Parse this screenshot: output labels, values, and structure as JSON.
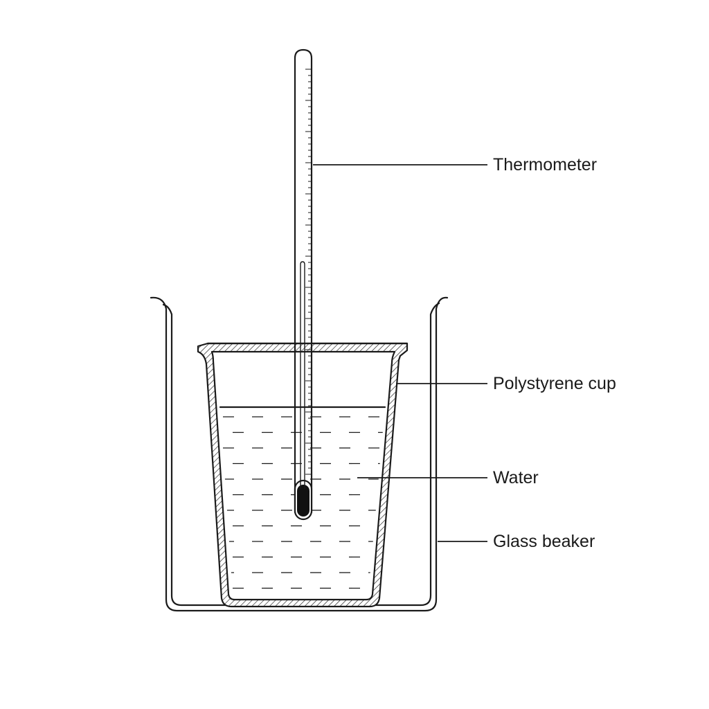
{
  "labels": {
    "thermometer": "Thermometer",
    "cup": "Polystyrene cup",
    "water": "Water",
    "beaker": "Glass beaker"
  }
}
